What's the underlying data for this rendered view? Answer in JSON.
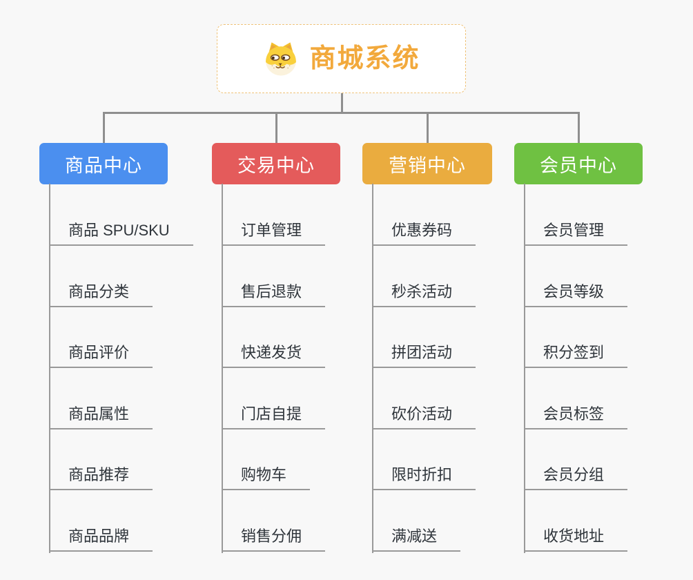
{
  "root": {
    "title": "商城系统",
    "icon": "doge-face-icon",
    "accent_color": "#f2a93c",
    "border_color": "#efc277"
  },
  "connector_color": "#8f8f8f",
  "underline_color": "#999999",
  "background_color": "#f8f8f8",
  "branches": [
    {
      "label": "商品中心",
      "color": "#4b8fef",
      "children": [
        "商品 SPU/SKU",
        "商品分类",
        "商品评价",
        "商品属性",
        "商品推荐",
        "商品品牌"
      ]
    },
    {
      "label": "交易中心",
      "color": "#e45b5b",
      "children": [
        "订单管理",
        "售后退款",
        "快递发货",
        "门店自提",
        "购物车",
        "销售分佣"
      ]
    },
    {
      "label": "营销中心",
      "color": "#eaac3f",
      "children": [
        "优惠券码",
        "秒杀活动",
        "拼团活动",
        "砍价活动",
        "限时折扣",
        "满减送"
      ]
    },
    {
      "label": "会员中心",
      "color": "#6fc142",
      "children": [
        "会员管理",
        "会员等级",
        "积分签到",
        "会员标签",
        "会员分组",
        "收货地址"
      ]
    }
  ]
}
